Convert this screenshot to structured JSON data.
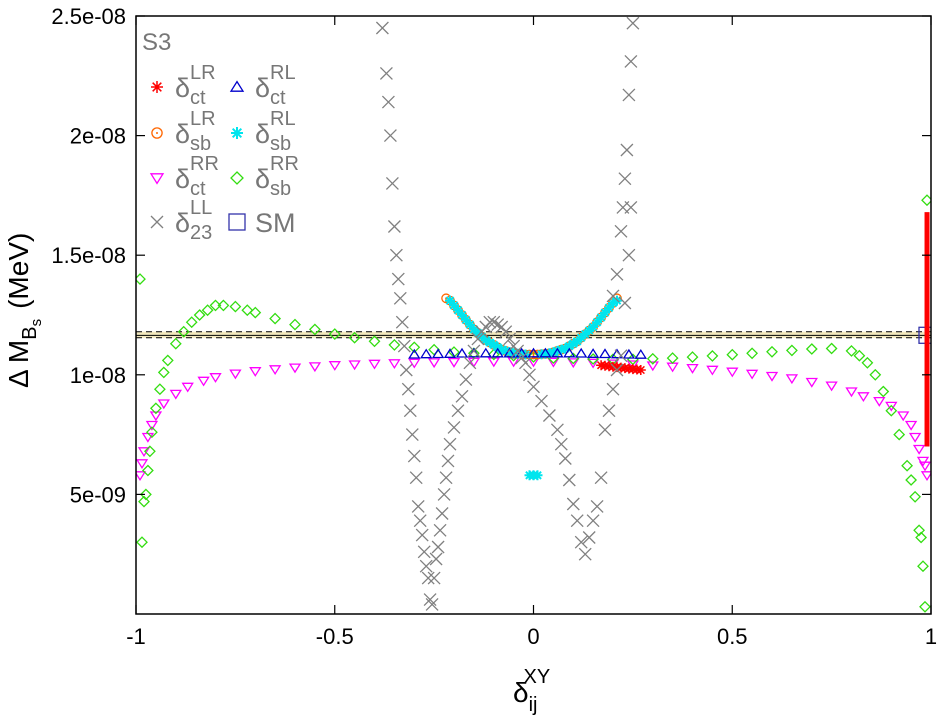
{
  "chart_data": {
    "type": "scatter",
    "panel_label": "S3",
    "xlabel": {
      "base": "δ",
      "sub": "ij",
      "sup": "XY"
    },
    "ylabel": {
      "main": "Δ M",
      "sub": "B",
      "subsub": "s",
      "unit": "(MeV)"
    },
    "xlim": [
      -1,
      1
    ],
    "ylim": [
      0,
      2.5e-08
    ],
    "x_ticks": [
      {
        "value": -1,
        "label": "-1"
      },
      {
        "value": -0.5,
        "label": "-0.5"
      },
      {
        "value": 0,
        "label": "0"
      },
      {
        "value": 0.5,
        "label": "0.5"
      },
      {
        "value": 1,
        "label": "1"
      }
    ],
    "y_ticks": [
      {
        "value": 5e-09,
        "label": "5e-09"
      },
      {
        "value": 1e-08,
        "label": "1e-08"
      },
      {
        "value": 1.5e-08,
        "label": "1.5e-08"
      },
      {
        "value": 2e-08,
        "label": "2e-08"
      },
      {
        "value": 2.5e-08,
        "label": "2.5e-08"
      }
    ],
    "band": {
      "low": 1.155e-08,
      "high": 1.18e-08,
      "center": 1.165e-08,
      "fill": "#f3e9bf",
      "line": "#000000"
    },
    "legend": [
      {
        "id": "ct_LR",
        "base": "δ",
        "sup": "LR",
        "sub": "ct",
        "marker": "star",
        "color": "#ff0000"
      },
      {
        "id": "ct_RL",
        "base": "δ",
        "sup": "RL",
        "sub": "ct",
        "marker": "triangle",
        "color": "#0000cc"
      },
      {
        "id": "sb_LR",
        "base": "δ",
        "sup": "LR",
        "sub": "sb",
        "marker": "circle",
        "color": "#ff6600"
      },
      {
        "id": "sb_RL",
        "base": "δ",
        "sup": "RL",
        "sub": "sb",
        "marker": "asterisk",
        "color": "#00e5ee"
      },
      {
        "id": "ct_RR",
        "base": "δ",
        "sup": "RR",
        "sub": "ct",
        "marker": "triangle-down",
        "color": "#ff00ff"
      },
      {
        "id": "sb_RR",
        "base": "δ",
        "sup": "RR",
        "sub": "sb",
        "marker": "diamond",
        "color": "#33dd11"
      },
      {
        "id": "LL23",
        "base": "δ",
        "sup": "LL",
        "sub": "23",
        "marker": "cross",
        "color": "#808080"
      },
      {
        "id": "SM",
        "base": "SM",
        "sup": "",
        "sub": "",
        "marker": "square",
        "color": "#3333aa"
      }
    ],
    "series": [
      {
        "id": "ct_RR",
        "marker": "triangle-down",
        "color": "#ff00ff",
        "x": [
          -0.99,
          -0.985,
          -0.98,
          -0.97,
          -0.96,
          -0.95,
          -0.93,
          -0.9,
          -0.87,
          -0.83,
          -0.8,
          -0.75,
          -0.7,
          -0.65,
          -0.6,
          -0.55,
          -0.5,
          -0.45,
          -0.4,
          -0.35,
          -0.3,
          -0.25,
          -0.2,
          -0.15,
          -0.1,
          -0.05,
          0,
          0.05,
          0.1,
          0.15,
          0.2,
          0.25,
          0.3,
          0.35,
          0.4,
          0.45,
          0.5,
          0.55,
          0.6,
          0.65,
          0.7,
          0.75,
          0.8,
          0.83,
          0.87,
          0.9,
          0.93,
          0.95,
          0.96,
          0.97,
          0.98,
          0.985,
          0.99
        ],
        "y": [
          5.8e-09,
          6.3e-09,
          6.8e-09,
          7.4e-09,
          7.9e-09,
          8.3e-09,
          8.8e-09,
          9.2e-09,
          9.5e-09,
          9.75e-09,
          9.9e-09,
          1.005e-08,
          1.015e-08,
          1.023e-08,
          1.03e-08,
          1.035e-08,
          1.04e-08,
          1.043e-08,
          1.046e-08,
          1.048e-08,
          1.05e-08,
          1.052e-08,
          1.053e-08,
          1.054e-08,
          1.055e-08,
          1.055e-08,
          1.055e-08,
          1.054e-08,
          1.052e-08,
          1.05e-08,
          1.047e-08,
          1.043e-08,
          1.039e-08,
          1.034e-08,
          1.028e-08,
          1.021e-08,
          1.013e-08,
          1.004e-08,
          9.95e-09,
          9.85e-09,
          9.7e-09,
          9.55e-09,
          9.3e-09,
          9.1e-09,
          8.9e-09,
          8.7e-09,
          8.3e-09,
          7.9e-09,
          7.4e-09,
          6.9e-09,
          6.4e-09,
          6.2e-09,
          5.8e-09
        ]
      },
      {
        "id": "sb_RR",
        "marker": "diamond",
        "color": "#33dd11",
        "x": [
          -0.99,
          -0.985,
          -0.98,
          -0.975,
          -0.97,
          -0.965,
          -0.96,
          -0.95,
          -0.94,
          -0.93,
          -0.92,
          -0.9,
          -0.88,
          -0.86,
          -0.84,
          -0.82,
          -0.8,
          -0.78,
          -0.75,
          -0.72,
          -0.7,
          -0.65,
          -0.6,
          -0.55,
          -0.5,
          -0.45,
          -0.4,
          -0.35,
          -0.3,
          -0.25,
          -0.2,
          -0.15,
          -0.1,
          -0.05,
          0,
          0.05,
          0.1,
          0.15,
          0.2,
          0.25,
          0.3,
          0.35,
          0.4,
          0.45,
          0.5,
          0.55,
          0.6,
          0.65,
          0.7,
          0.75,
          0.8,
          0.82,
          0.84,
          0.86,
          0.88,
          0.9,
          0.92,
          0.94,
          0.95,
          0.96,
          0.97,
          0.975,
          0.98,
          0.985,
          0.99
        ],
        "y": [
          1.4e-08,
          3e-09,
          4.7e-09,
          5e-09,
          6e-09,
          6.8e-09,
          7.6e-09,
          8.6e-09,
          9.4e-09,
          1.01e-08,
          1.06e-08,
          1.13e-08,
          1.18e-08,
          1.22e-08,
          1.25e-08,
          1.27e-08,
          1.29e-08,
          1.29e-08,
          1.285e-08,
          1.27e-08,
          1.26e-08,
          1.235e-08,
          1.21e-08,
          1.19e-08,
          1.17e-08,
          1.155e-08,
          1.14e-08,
          1.125e-08,
          1.115e-08,
          1.105e-08,
          1.095e-08,
          1.09e-08,
          1.085e-08,
          1.08e-08,
          1.075e-08,
          1.07e-08,
          1.068e-08,
          1.066e-08,
          1.065e-08,
          1.065e-08,
          1.067e-08,
          1.07e-08,
          1.074e-08,
          1.079e-08,
          1.084e-08,
          1.09e-08,
          1.096e-08,
          1.102e-08,
          1.108e-08,
          1.11e-08,
          1.1e-08,
          1.08e-08,
          1.05e-08,
          1e-08,
          9.3e-09,
          8.5e-09,
          7.5e-09,
          6.2e-09,
          5.6e-09,
          4.9e-09,
          3.5e-09,
          3.2e-09,
          2e-09,
          3e-10,
          1.73e-08
        ]
      },
      {
        "id": "sb_LR",
        "marker": "circle",
        "color": "#ff6600",
        "x": [
          -0.22,
          -0.21,
          -0.2,
          -0.19,
          -0.18,
          -0.17,
          -0.16,
          -0.15,
          -0.14,
          -0.13,
          -0.12,
          -0.11,
          -0.1,
          -0.09,
          -0.08,
          -0.07,
          -0.06,
          -0.05,
          -0.04,
          -0.03,
          -0.02,
          -0.01,
          0,
          0.01,
          0.02,
          0.03,
          0.04,
          0.05,
          0.06,
          0.07,
          0.08,
          0.09,
          0.1,
          0.11,
          0.12,
          0.13,
          0.14,
          0.15,
          0.16,
          0.17,
          0.18,
          0.19,
          0.2,
          0.21
        ],
        "y": [
          1.32e-08,
          1.31e-08,
          1.29e-08,
          1.27e-08,
          1.25e-08,
          1.23e-08,
          1.21e-08,
          1.19e-08,
          1.175e-08,
          1.16e-08,
          1.145e-08,
          1.135e-08,
          1.125e-08,
          1.115e-08,
          1.105e-08,
          1.1e-08,
          1.095e-08,
          1.09e-08,
          1.088e-08,
          1.086e-08,
          1.085e-08,
          1.085e-08,
          1.085e-08,
          1.085e-08,
          1.086e-08,
          1.088e-08,
          1.09e-08,
          1.094e-08,
          1.1e-08,
          1.105e-08,
          1.11e-08,
          1.12e-08,
          1.13e-08,
          1.14e-08,
          1.155e-08,
          1.17e-08,
          1.185e-08,
          1.2e-08,
          1.22e-08,
          1.24e-08,
          1.26e-08,
          1.28e-08,
          1.3e-08,
          1.32e-08
        ]
      },
      {
        "id": "sb_RL",
        "marker": "asterisk",
        "color": "#00e5ee",
        "x": [
          -0.21,
          -0.2,
          -0.19,
          -0.18,
          -0.17,
          -0.16,
          -0.15,
          -0.14,
          -0.13,
          -0.12,
          -0.11,
          -0.1,
          -0.09,
          -0.08,
          -0.07,
          -0.06,
          -0.05,
          -0.04,
          -0.03,
          -0.02,
          0.02,
          0.03,
          0.04,
          0.05,
          0.06,
          0.07,
          0.08,
          0.09,
          0.1,
          0.11,
          0.12,
          0.13,
          0.14,
          0.15,
          0.16,
          0.17,
          0.18,
          0.19,
          0.2,
          0.21,
          -0.01,
          0,
          0.01
        ],
        "y": [
          1.31e-08,
          1.29e-08,
          1.27e-08,
          1.25e-08,
          1.23e-08,
          1.21e-08,
          1.19e-08,
          1.175e-08,
          1.16e-08,
          1.145e-08,
          1.135e-08,
          1.125e-08,
          1.115e-08,
          1.105e-08,
          1.1e-08,
          1.095e-08,
          1.09e-08,
          1.088e-08,
          1.086e-08,
          1.085e-08,
          1.086e-08,
          1.088e-08,
          1.09e-08,
          1.094e-08,
          1.1e-08,
          1.105e-08,
          1.11e-08,
          1.12e-08,
          1.13e-08,
          1.14e-08,
          1.155e-08,
          1.17e-08,
          1.185e-08,
          1.2e-08,
          1.22e-08,
          1.24e-08,
          1.26e-08,
          1.28e-08,
          1.3e-08,
          1.31e-08,
          5.8e-09,
          5.8e-09,
          5.8e-09
        ]
      },
      {
        "id": "ct_RL",
        "marker": "triangle",
        "color": "#0000cc",
        "x": [
          -0.3,
          -0.27,
          -0.24,
          -0.21,
          -0.18,
          -0.15,
          -0.12,
          -0.09,
          -0.06,
          -0.03,
          0,
          0.03,
          0.06,
          0.09,
          0.12,
          0.15,
          0.18,
          0.21,
          0.24,
          0.27
        ],
        "y": [
          1.085e-08,
          1.086e-08,
          1.087e-08,
          1.088e-08,
          1.089e-08,
          1.09e-08,
          1.09e-08,
          1.09e-08,
          1.09e-08,
          1.09e-08,
          1.09e-08,
          1.09e-08,
          1.09e-08,
          1.09e-08,
          1.089e-08,
          1.088e-08,
          1.087e-08,
          1.086e-08,
          1.085e-08,
          1.084e-08
        ]
      },
      {
        "id": "ct_LR",
        "marker": "star",
        "color": "#ff0000",
        "x": [
          0.17,
          0.18,
          0.19,
          0.2,
          0.21,
          0.22,
          0.23,
          0.24,
          0.25,
          0.26,
          0.27
        ],
        "y": [
          1.04e-08,
          1.038e-08,
          1.036e-08,
          1.034e-08,
          1.032e-08,
          1.03e-08,
          1.028e-08,
          1.026e-08,
          1.024e-08,
          1.022e-08,
          1.02e-08
        ]
      },
      {
        "id": "LL23",
        "marker": "cross",
        "color": "#808080",
        "x": [
          -0.38,
          -0.37,
          -0.365,
          -0.36,
          -0.355,
          -0.35,
          -0.345,
          -0.34,
          -0.335,
          -0.33,
          -0.325,
          -0.32,
          -0.315,
          -0.31,
          -0.305,
          -0.3,
          -0.295,
          -0.29,
          -0.285,
          -0.28,
          -0.275,
          -0.27,
          -0.265,
          -0.26,
          -0.255,
          -0.25,
          -0.245,
          -0.24,
          -0.235,
          -0.23,
          -0.225,
          -0.22,
          -0.215,
          -0.21,
          -0.2,
          -0.19,
          -0.18,
          -0.17,
          -0.16,
          -0.15,
          -0.14,
          -0.13,
          -0.12,
          -0.11,
          -0.1,
          -0.09,
          -0.08,
          -0.07,
          -0.06,
          -0.05,
          -0.04,
          -0.03,
          -0.02,
          -0.01,
          0,
          0.02,
          0.04,
          0.06,
          0.07,
          0.08,
          0.09,
          0.1,
          0.11,
          0.12,
          0.13,
          0.14,
          0.15,
          0.16,
          0.17,
          0.18,
          0.19,
          0.2,
          0.21,
          0.22,
          0.23,
          0.24,
          0.245
        ],
        "y": [
          2.45e-08,
          2.26e-08,
          2.14e-08,
          2e-08,
          1.8e-08,
          1.62e-08,
          1.5e-08,
          1.4e-08,
          1.32e-08,
          1.22e-08,
          1.12e-08,
          1.02e-08,
          9.4e-09,
          8.5e-09,
          7.5e-09,
          6.6e-09,
          5.7e-09,
          4.5e-09,
          3.9e-09,
          3.3e-09,
          2.6e-09,
          2e-09,
          1.5e-09,
          6e-10,
          4e-10,
          1.5e-09,
          2.3e-09,
          2.8e-09,
          3.5e-09,
          4.2e-09,
          5e-09,
          5.7e-09,
          6.4e-09,
          7.1e-09,
          7.8e-09,
          8.5e-09,
          9.1e-09,
          9.8e-09,
          1.05e-08,
          1.1e-08,
          1.15e-08,
          1.18e-08,
          1.2e-08,
          1.22e-08,
          1.22e-08,
          1.21e-08,
          1.2e-08,
          1.18e-08,
          1.15e-08,
          1.12e-08,
          1.1e-08,
          1.07e-08,
          1.05e-08,
          1e-08,
          9.5e-09,
          8.9e-09,
          8.3e-09,
          7.7e-09,
          7.1e-09,
          6.5e-09,
          5.6e-09,
          4.6e-09,
          3.9e-09,
          3e-09,
          2.5e-09,
          3.2e-09,
          3.9e-09,
          4.5e-09,
          5.7e-09,
          7.7e-09,
          8.5e-09,
          9.4e-09,
          1.02e-08,
          1.08e-08,
          1.3e-08,
          1.5e-08,
          1.7e-08
        ]
      },
      {
        "id": "LL23_upper",
        "marker": "cross",
        "color": "#808080",
        "x": [
          0.2,
          0.21,
          0.22,
          0.225,
          0.23,
          0.235,
          0.24,
          0.245,
          0.25
        ],
        "y": [
          1.33e-08,
          1.42e-08,
          1.6e-08,
          1.7e-08,
          1.82e-08,
          1.94e-08,
          2.17e-08,
          2.31e-08,
          2.47e-08
        ]
      },
      {
        "id": "SM",
        "marker": "square",
        "color": "#3333aa",
        "x": [
          0.99
        ],
        "y": [
          1.165e-08
        ]
      }
    ],
    "red_bar": {
      "x": 0.99,
      "y_low": 7e-09,
      "y_high": 1.68e-08,
      "color": "#ff0000"
    }
  }
}
